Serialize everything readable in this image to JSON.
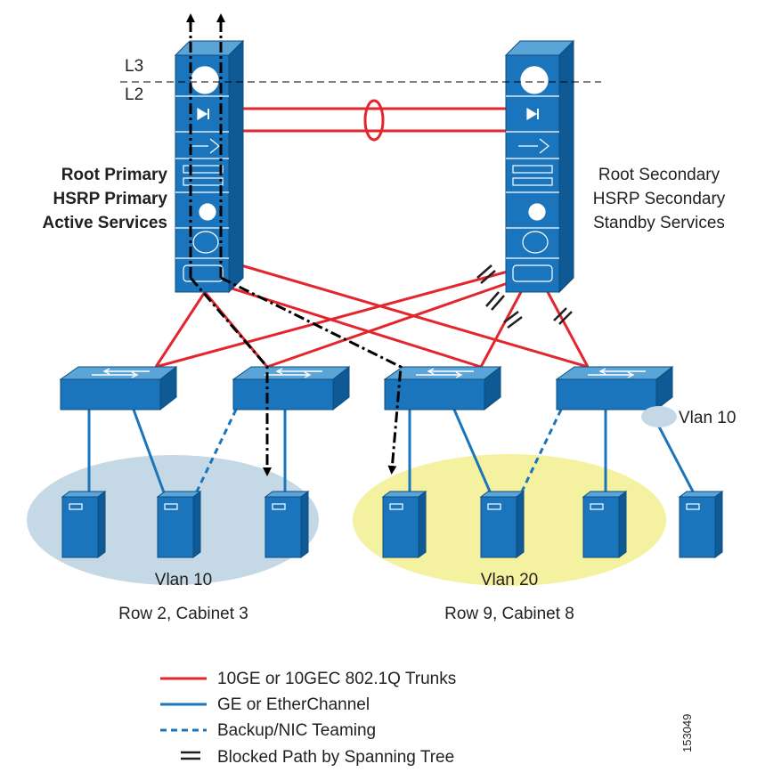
{
  "layers": {
    "l3": "L3",
    "l2": "L2"
  },
  "left_switch": {
    "line1": "Root Primary",
    "line2": "HSRP Primary",
    "line3": "Active Services"
  },
  "right_switch": {
    "line1": "Root Secondary",
    "line2": "HSRP Secondary",
    "line3": "Standby Services"
  },
  "vlan_tag": "Vlan 10",
  "groups": [
    {
      "vlan": "Vlan 10",
      "location": "Row 2, Cabinet 3"
    },
    {
      "vlan": "Vlan 20",
      "location": "Row 9, Cabinet 8"
    }
  ],
  "legend": [
    {
      "label": "10GE or 10GEC 802.1Q Trunks",
      "style": "trunk",
      "color": "#e3262d"
    },
    {
      "label": "GE or EtherChannel",
      "style": "ge",
      "color": "#1a75bc"
    },
    {
      "label": "Backup/NIC Teaming",
      "style": "backup",
      "color": "#1a75bc"
    },
    {
      "label": "Blocked Path by Spanning Tree",
      "style": "blocked",
      "color": "#231f20"
    }
  ],
  "figure_id": "153049",
  "colors": {
    "switch_blue": "#1a75bc",
    "trunk_red": "#e3262d",
    "vlan10_fill": "#c4d9e5",
    "vlan20_fill": "#f4f1a0"
  }
}
